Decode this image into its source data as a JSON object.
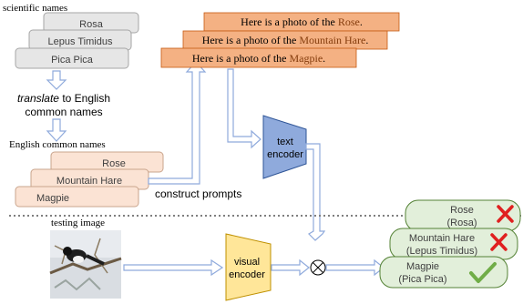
{
  "scientific": {
    "heading": "scientific names",
    "items": [
      "Rosa",
      "Lepus Timidus",
      "Pica Pica"
    ]
  },
  "translate": {
    "word": "translate",
    "rest": " to English",
    "line2": "common names"
  },
  "common": {
    "heading": "English common names",
    "items": [
      "Rose",
      "Mountain Hare",
      "Magpie"
    ]
  },
  "construct_label": "construct prompts",
  "prompts": {
    "prefix": "Here is a photo of the ",
    "suffix": ".",
    "names": [
      "Rose",
      "Mountain Hare",
      "Magpie"
    ]
  },
  "text_encoder": {
    "line1": "text",
    "line2": "encoder"
  },
  "visual_encoder": {
    "line1": "visual",
    "line2": "encoder"
  },
  "testing_label": "testing image",
  "results": [
    {
      "line1": "Rose",
      "line2": "(Rosa)",
      "mark": "cross-icon"
    },
    {
      "line1": "Mountain Hare",
      "line2": "(Lepus Timidus)",
      "mark": "cross-icon"
    },
    {
      "line1": "Magpie",
      "line2": "(Pica Pica)",
      "mark": "check-icon"
    }
  ],
  "colors": {
    "gray_box": "#e6e6e6",
    "peach_box": "#fbe3d4",
    "orange_box": "#f4b183",
    "green_box": "#e2efda",
    "encoder_blue": "#8faadc",
    "encoder_yellow": "#ffe699",
    "arrow_blue": "#8faadc",
    "cross_red": "#e02020",
    "check_green": "#70ad47"
  }
}
